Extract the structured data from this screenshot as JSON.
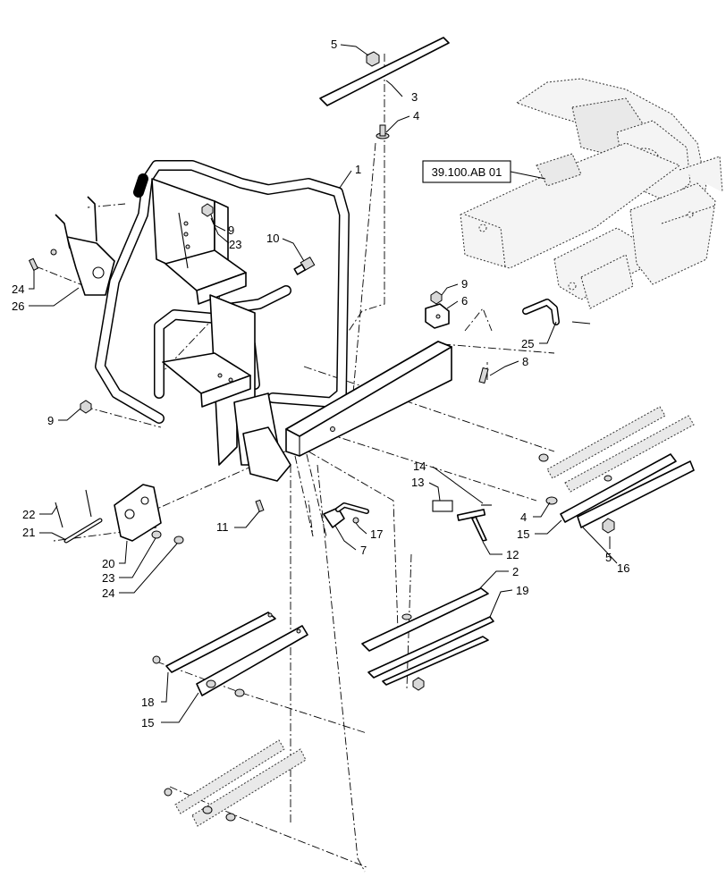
{
  "diagram": {
    "reference": "39.100.AB 01",
    "callouts": [
      "1",
      "2",
      "3",
      "4",
      "5",
      "6",
      "7",
      "8",
      "9",
      "10",
      "11",
      "12",
      "13",
      "14",
      "15",
      "16",
      "17",
      "18",
      "19",
      "20",
      "21",
      "22",
      "23",
      "24",
      "25",
      "26"
    ]
  }
}
